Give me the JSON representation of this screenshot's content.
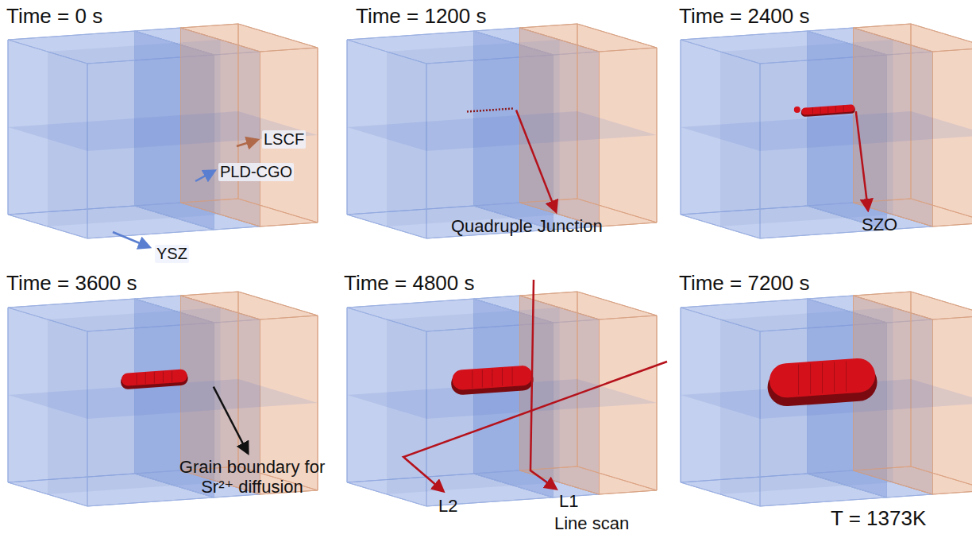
{
  "diagram": {
    "labels": [
      "Time = 0 s",
      "Time = 1200 s",
      "Time = 2400 s",
      "Time = 3600 s",
      "Time = 4800 s",
      "Time = 7200 s",
      "LSCF",
      "PLD-CGO",
      "YSZ",
      "Quadruple Junction",
      "SZO",
      "Grain boundary for Sr²⁺ diffusion",
      "L2",
      "L1",
      "Line scan",
      "T = 1373K"
    ]
  }
}
